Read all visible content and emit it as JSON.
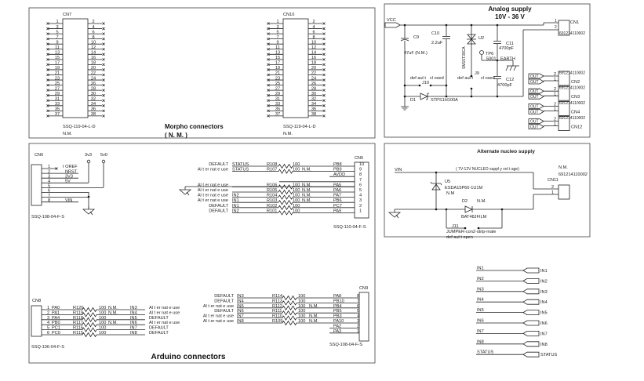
{
  "morpho": {
    "title": "Morpho connectors",
    "subtitle": "( N. M. )",
    "connectors": [
      {
        "ref": "CN7",
        "part": "SSQ-119-04-L-D",
        "note": "N.M."
      },
      {
        "ref": "CN10",
        "part": "SSQ-119-04-L-D",
        "note": "N.M."
      }
    ],
    "pins_left": [
      "1",
      "3",
      "5",
      "7",
      "9",
      "11",
      "13",
      "15",
      "17",
      "19",
      "21",
      "23",
      "25",
      "27",
      "29",
      "31",
      "33",
      "35",
      "37"
    ],
    "pins_right": [
      "2",
      "4",
      "6",
      "8",
      "10",
      "12",
      "14",
      "16",
      "18",
      "20",
      "22",
      "24",
      "26",
      "28",
      "30",
      "32",
      "34",
      "36",
      "38"
    ]
  },
  "analog": {
    "title": "Analog supply",
    "voltage": "10V  -  36  V",
    "vcc": "VCC",
    "c9": {
      "ref": "C9",
      "value": "47uF (N.M.)"
    },
    "c10": {
      "ref": "C10",
      "value": "2.2uF"
    },
    "u2": {
      "ref": "U2",
      "part": "SM15T39CA"
    },
    "c11": {
      "ref": "C11",
      "value": "4700pF"
    },
    "c12": {
      "ref": "C12",
      "value": "4700pF"
    },
    "tp6": {
      "ref": "TP6",
      "part": "5001",
      "net": "EARTH"
    },
    "j10": {
      "ref": "J10",
      "default": "def aul t",
      "state": "cl osed"
    },
    "j9": {
      "ref": "J9",
      "default": "def aul t",
      "state": "cl osed"
    },
    "d1": {
      "ref": "D1",
      "part": "STPS1H100A"
    },
    "cn1": {
      "ref": "CN1",
      "part": "691214110002",
      "pin1": "1",
      "pin2": "2"
    },
    "outputs": [
      {
        "ref": "CN2",
        "part": "691214110002",
        "pin_a": "2",
        "pin_b": "1",
        "label_a": "OUT",
        "label_b": "OUT"
      },
      {
        "ref": "CN3",
        "part": "691214110002",
        "pin_a": "2",
        "pin_b": "1",
        "label_a": "OUT",
        "label_b": "OUT"
      },
      {
        "ref": "CN4",
        "part": "691214110002",
        "pin_a": "2",
        "pin_b": "1",
        "label_a": "OUT",
        "label_b": "OUT"
      },
      {
        "ref": "CN12",
        "part": "691214110002",
        "pin_a": "2",
        "pin_b": "1",
        "label_a": "OUT",
        "label_b": "OUT"
      }
    ]
  },
  "nucleo_supply": {
    "title": "Alternate  nucleo supply",
    "vin": "VIN",
    "note": "( 7V-12V  NUCLEO  suppl y  vol t age)",
    "u5": {
      "ref": "U5",
      "part": "ESDA15P60-1U1M",
      "note": "N.M"
    },
    "d2": {
      "ref": "D2",
      "note": "N.M.",
      "part": "BAT48JFILM"
    },
    "j11": {
      "ref": "J11",
      "part": "JUMPER-con2-strip-male",
      "state": "def aul t  open"
    },
    "cn11": {
      "ref": "CN11",
      "note": "N.M.",
      "part": "691214110002",
      "pin2": "2",
      "pin1": "1"
    }
  },
  "arduino": {
    "title": "Arduino connectors",
    "cn6": {
      "ref": "CN6",
      "part": "SSQ-108-04-F-S",
      "supply_3v3": "3v3",
      "supply_5v0": "5v0",
      "pins": [
        {
          "pin": "1",
          "net": "I OREF"
        },
        {
          "pin": "2",
          "net": "NRST"
        },
        {
          "pin": "3",
          "net": "3V3"
        },
        {
          "pin": "4",
          "net": "5V"
        },
        {
          "pin": "5",
          "net": ""
        },
        {
          "pin": "6",
          "net": ""
        },
        {
          "pin": "7",
          "net": ""
        },
        {
          "pin": "8",
          "net": "VIN"
        }
      ]
    },
    "cn5": {
      "ref": "CN5",
      "part": "SSQ-110-04-F-S",
      "rows": [
        {
          "pin": "10",
          "use": "DEFAULT",
          "signal": "STATUS",
          "res": "R108",
          "value": "100",
          "nm": "",
          "port": "PB8"
        },
        {
          "pin": "9",
          "use": "Al t er nat e use",
          "signal": "STATUS",
          "res": "R107",
          "value": "100",
          "nm": "N.M.",
          "port": "PB9"
        },
        {
          "pin": "8",
          "use": "",
          "signal": "",
          "res": "",
          "value": "",
          "nm": "",
          "port": "AVDD"
        },
        {
          "pin": "7",
          "use": "",
          "signal": "",
          "res": "",
          "value": "",
          "nm": "",
          "port": ""
        },
        {
          "pin": "6",
          "use": "Al t er nat e use",
          "signal": "",
          "res": "R106",
          "value": "100",
          "nm": "N.M.",
          "port": "PA5"
        },
        {
          "pin": "5",
          "use": "Al t er nat e use",
          "signal": "",
          "res": "R105",
          "value": "100",
          "nm": "N.M.",
          "port": "PA6"
        },
        {
          "pin": "4",
          "use": "Al t er nat e use",
          "signal": "IN2",
          "res": "R104",
          "value": "100",
          "nm": "N.M.",
          "port": "PA7"
        },
        {
          "pin": "3",
          "use": "Al t er nat e use",
          "signal": "IN1",
          "res": "R103",
          "value": "100",
          "nm": "N.M.",
          "port": "PB6"
        },
        {
          "pin": "2",
          "use": "DEFAULT",
          "signal": "IN1",
          "res": "R102",
          "value": "100",
          "nm": "",
          "port": "PC7"
        },
        {
          "pin": "1",
          "use": "DEFAULT",
          "signal": "IN2",
          "res": "R101",
          "value": "100",
          "nm": "",
          "port": "PA9"
        }
      ]
    },
    "cn8": {
      "ref": "CN8",
      "part": "SSQ-106-04-F-S",
      "rows": [
        {
          "pin": "1",
          "port": "PA0",
          "res": "R120",
          "value": "100",
          "nm": "N.M.",
          "signal": "IN3",
          "use": "Al t er nat e use"
        },
        {
          "pin": "2",
          "port": "PA1",
          "res": "R119",
          "value": "100",
          "nm": "N.M.",
          "signal": "IN4",
          "use": "Al t er nat e use"
        },
        {
          "pin": "3",
          "port": "PA4",
          "res": "R118",
          "value": "100",
          "nm": "",
          "signal": "IN5",
          "use": "DEFAULT"
        },
        {
          "pin": "4",
          "port": "PB0",
          "res": "R117",
          "value": "100",
          "nm": "N.M.",
          "signal": "IN6",
          "use": "Al t er nat e use"
        },
        {
          "pin": "5",
          "port": "PC1",
          "res": "R116",
          "value": "100",
          "nm": "",
          "signal": "IN7",
          "use": "DEFAULT"
        },
        {
          "pin": "6",
          "port": "PC0",
          "res": "R115",
          "value": "100",
          "nm": "",
          "signal": "IN8",
          "use": "DEFAULT"
        }
      ]
    },
    "cn9": {
      "ref": "CN9",
      "part": "SSQ-108-04-F-S",
      "rows": [
        {
          "pin": "8",
          "use": "DEFAULT",
          "signal": "IN3",
          "res": "R114",
          "value": "100",
          "nm": "",
          "port": "PA8"
        },
        {
          "pin": "7",
          "use": "DEFAULT",
          "signal": "IN4",
          "res": "R113",
          "value": "100",
          "nm": "",
          "port": "PB10"
        },
        {
          "pin": "6",
          "use": "Al t er nat e use",
          "signal": "IN5",
          "res": "R112",
          "value": "100",
          "nm": "N.M.",
          "port": "PB4"
        },
        {
          "pin": "5",
          "use": "DEFAULT",
          "signal": "IN6",
          "res": "R111",
          "value": "100",
          "nm": "",
          "port": "PB5"
        },
        {
          "pin": "4",
          "use": "Al t er nat e use",
          "signal": "IN7",
          "res": "R110",
          "value": "100",
          "nm": "N.M.",
          "port": "PB3"
        },
        {
          "pin": "3",
          "use": "Al t er nat e use",
          "signal": "IN8",
          "res": "R109",
          "value": "100",
          "nm": "N.M.",
          "port": "PA10"
        },
        {
          "pin": "2",
          "use": "",
          "signal": "",
          "res": "",
          "value": "",
          "nm": "",
          "port": "PA2"
        },
        {
          "pin": "1",
          "use": "",
          "signal": "",
          "res": "",
          "value": "",
          "nm": "",
          "port": "PA3"
        }
      ]
    }
  },
  "net_ports": [
    {
      "net": "IN1",
      "port": "IN1"
    },
    {
      "net": "IN2",
      "port": "IN2"
    },
    {
      "net": "IN3",
      "port": "IN3"
    },
    {
      "net": "IN4",
      "port": "IN4"
    },
    {
      "net": "IN5",
      "port": "IN5"
    },
    {
      "net": "IN6",
      "port": "IN6"
    },
    {
      "net": "IN7",
      "port": "IN7"
    },
    {
      "net": "IN8",
      "port": "IN8"
    },
    {
      "net": "STATUS",
      "port": "STATUS"
    }
  ]
}
